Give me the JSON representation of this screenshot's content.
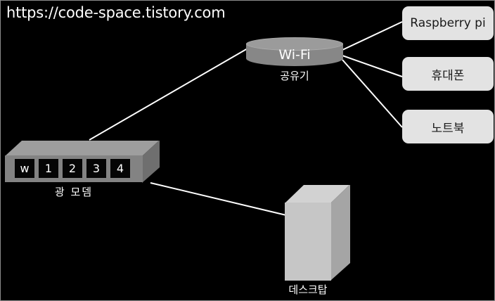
{
  "watermark": {
    "text": "https://code-space.tistory.com"
  },
  "colors": {
    "background": "#000000",
    "wire": "#ffffff",
    "device_box": "#e3e3e3",
    "router_body": "#878787",
    "router_top": "#9b9b9b",
    "modem_front": "#838383",
    "modem_top": "#9e9e9e",
    "modem_side": "#6f6f6f",
    "modem_port": "#050505",
    "desktop_front": "#c6c6c6",
    "desktop_top": "#d2d2d2",
    "desktop_side": "#a5a5a5",
    "text_light": "#ffffff",
    "text_dark": "#1a1a1a"
  },
  "nodes": {
    "router": {
      "label": "Wi-Fi",
      "caption": "공유기"
    },
    "modem": {
      "caption": "광 모뎀",
      "ports": [
        {
          "label": "w"
        },
        {
          "label": "1"
        },
        {
          "label": "2"
        },
        {
          "label": "3"
        },
        {
          "label": "4"
        }
      ]
    },
    "desktop": {
      "caption": "데스크탑"
    },
    "devices": [
      {
        "label": "Raspberry pi"
      },
      {
        "label": "휴대폰"
      },
      {
        "label": "노트북"
      }
    ]
  },
  "connections": [
    {
      "from": "modem",
      "to": "router"
    },
    {
      "from": "router",
      "to": "raspberry-pi"
    },
    {
      "from": "router",
      "to": "phone"
    },
    {
      "from": "router",
      "to": "laptop"
    },
    {
      "from": "modem",
      "to": "desktop"
    }
  ]
}
